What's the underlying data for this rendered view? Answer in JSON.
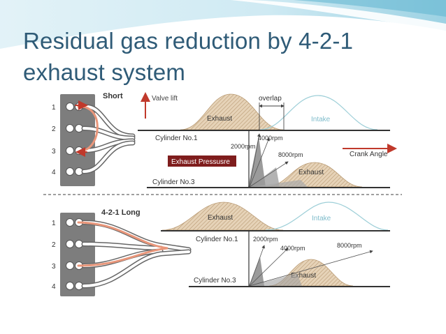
{
  "slide": {
    "title_line1": "Residual gas reduction by 4-2-1",
    "title_line2": "exhaust system"
  },
  "diagram": {
    "short": {
      "label": "Short",
      "port_numbers": [
        "1",
        "2",
        "3",
        "4"
      ],
      "valve_lift_label": "Valve lift",
      "overlap_label": "overlap",
      "exhaust_label": "Exhaust",
      "intake_label": "Intake",
      "cylinder1_label": "Cylinder No.1",
      "cylinder3_label": "Cylinder No.3",
      "rpm_2000": "2000rpm",
      "rpm_4000": "4000rpm",
      "rpm_8000": "8000rpm",
      "crank_angle_label": "Crank Angle",
      "exhaust_pressure_label": "Exhaust Pressusre",
      "exhaust_label_cyl3": "Exhaust"
    },
    "long": {
      "label": "4-2-1 Long",
      "port_numbers": [
        "1",
        "2",
        "3",
        "4"
      ],
      "exhaust_label": "Exhaust",
      "intake_label": "Intake",
      "cylinder1_label": "Cylinder No.1",
      "cylinder3_label": "Cylinder No.3",
      "rpm_2000": "2000rpm",
      "rpm_4000": "4000rpm",
      "rpm_8000": "8000rpm",
      "exhaust_label_cyl3": "Exhaust"
    },
    "colors": {
      "title": "#2f5b77",
      "exhaust_fill": "#d9c3a4",
      "intake_curve": "#9ecfd8",
      "arrow_red": "#c0392b",
      "pressure_box": "#7f1d1d",
      "pipe_highlight": "#e9967a"
    }
  }
}
